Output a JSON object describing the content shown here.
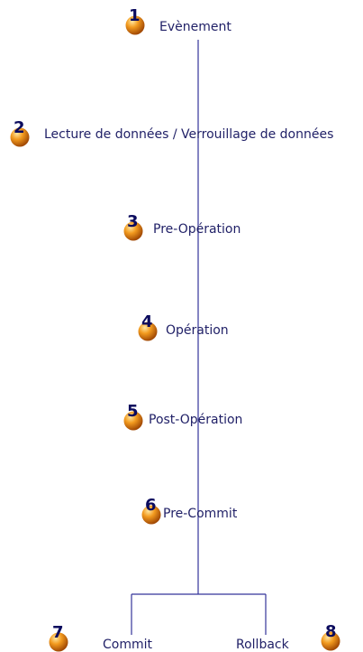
{
  "diagram": {
    "line_color": "#34349a",
    "text_color": "#1f1f66",
    "ball_color": "#e07a10",
    "steps": [
      {
        "number": "1",
        "label": "Evènement"
      },
      {
        "number": "2",
        "label": "Lecture de données / Verrouillage de données"
      },
      {
        "number": "3",
        "label": "Pre-Opération"
      },
      {
        "number": "4",
        "label": "Opération"
      },
      {
        "number": "5",
        "label": "Post-Opération"
      },
      {
        "number": "6",
        "label": "Pre-Commit"
      },
      {
        "number": "7",
        "label": "Commit"
      },
      {
        "number": "8",
        "label": "Rollback"
      }
    ]
  }
}
